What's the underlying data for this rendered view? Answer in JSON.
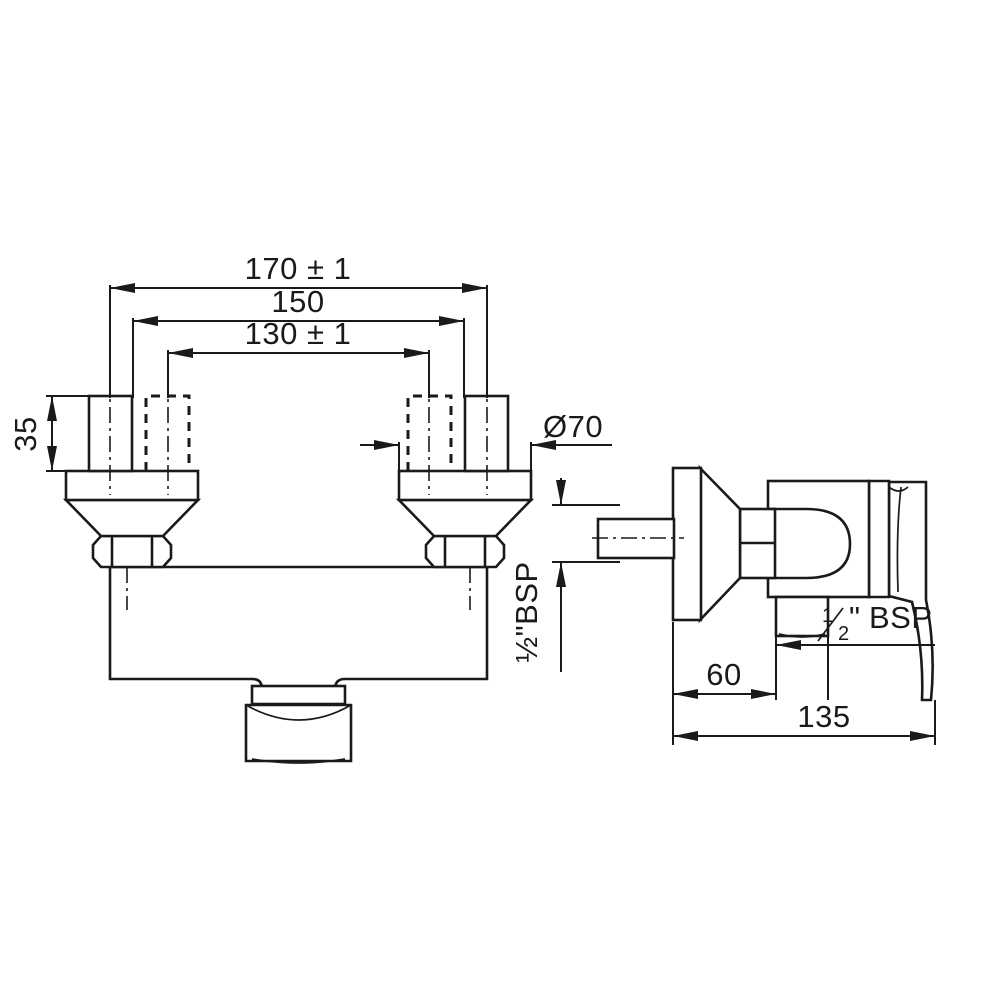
{
  "drawing": {
    "title": "Wall-mounted bath/shower mixer tap technical drawing",
    "line_color": "#1a1a1a",
    "background": "#ffffff",
    "views": [
      {
        "id": "front-view",
        "label": "Front elevation"
      },
      {
        "id": "side-view",
        "label": "Side elevation"
      }
    ]
  },
  "dimensions": {
    "overall_width": "170 ± 1",
    "flange_centres": "150",
    "inlet_centres": "130 ± 1",
    "stem_height": "35",
    "flange_diameter": "Ø70",
    "inlet_thread": "½\"BSP",
    "outlet_thread": "BSP",
    "outlet_thread_fraction_numerator": "1",
    "outlet_thread_fraction_denominator": "2",
    "outlet_thread_inch_mark": "\"",
    "inlet_offset": "60",
    "projection": "135"
  },
  "labels": {
    "diameter_symbol": "Ø",
    "plus_minus": "±"
  }
}
